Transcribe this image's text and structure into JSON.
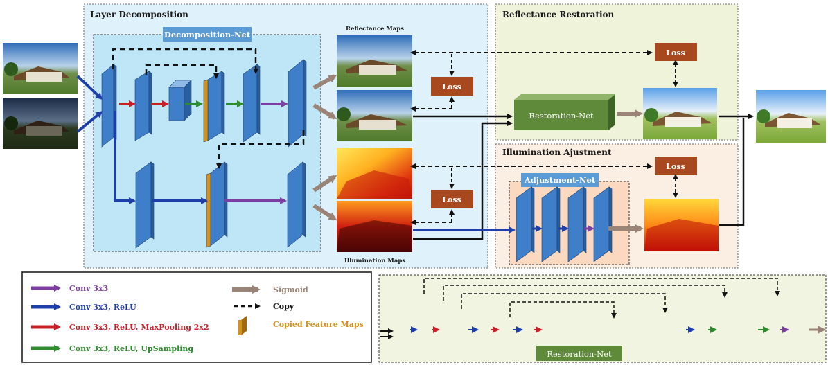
{
  "sections": {
    "layer_decomposition": "Layer Decomposition",
    "decomposition_net": "Decomposition-Net",
    "reflectance_restoration": "Reflectance Restoration",
    "illumination_adjustment": "Illumination Ajustment",
    "adjustment_net": "Adjustment-Net",
    "restoration_net": "Restoration-Net",
    "restoration_net_bottom": "Restoration-Net"
  },
  "maps": {
    "reflectance": "Reflectance Maps",
    "illumination": "Illumination Maps"
  },
  "loss_label": "Loss",
  "legend": {
    "items": [
      {
        "label": "Conv 3x3",
        "color": "#7b3fa0"
      },
      {
        "label": "Conv 3x3, ReLU",
        "color": "#1f3fa8"
      },
      {
        "label": "Conv 3x3, ReLU, MaxPooling 2x2",
        "color": "#c8202a"
      },
      {
        "label": "Conv 3x3, ReLU, UpSampling",
        "color": "#2e8b2e"
      }
    ],
    "sigmoid": {
      "label": "Sigmoid",
      "color": "#9a8478"
    },
    "copy": {
      "label": "Copy",
      "color": "#111111"
    },
    "copied": {
      "label": "Copied Feature Maps",
      "color": "#d4911c"
    }
  },
  "colors": {
    "block_front": "#3f7fc9",
    "block_side": "#2a5f9e",
    "block_top": "#8fb9e6",
    "copied": "#d4911c",
    "loss_box": "#a8481f",
    "restoration_box": "#5f8a3a",
    "decomposition_label": "#5b9bd5"
  }
}
